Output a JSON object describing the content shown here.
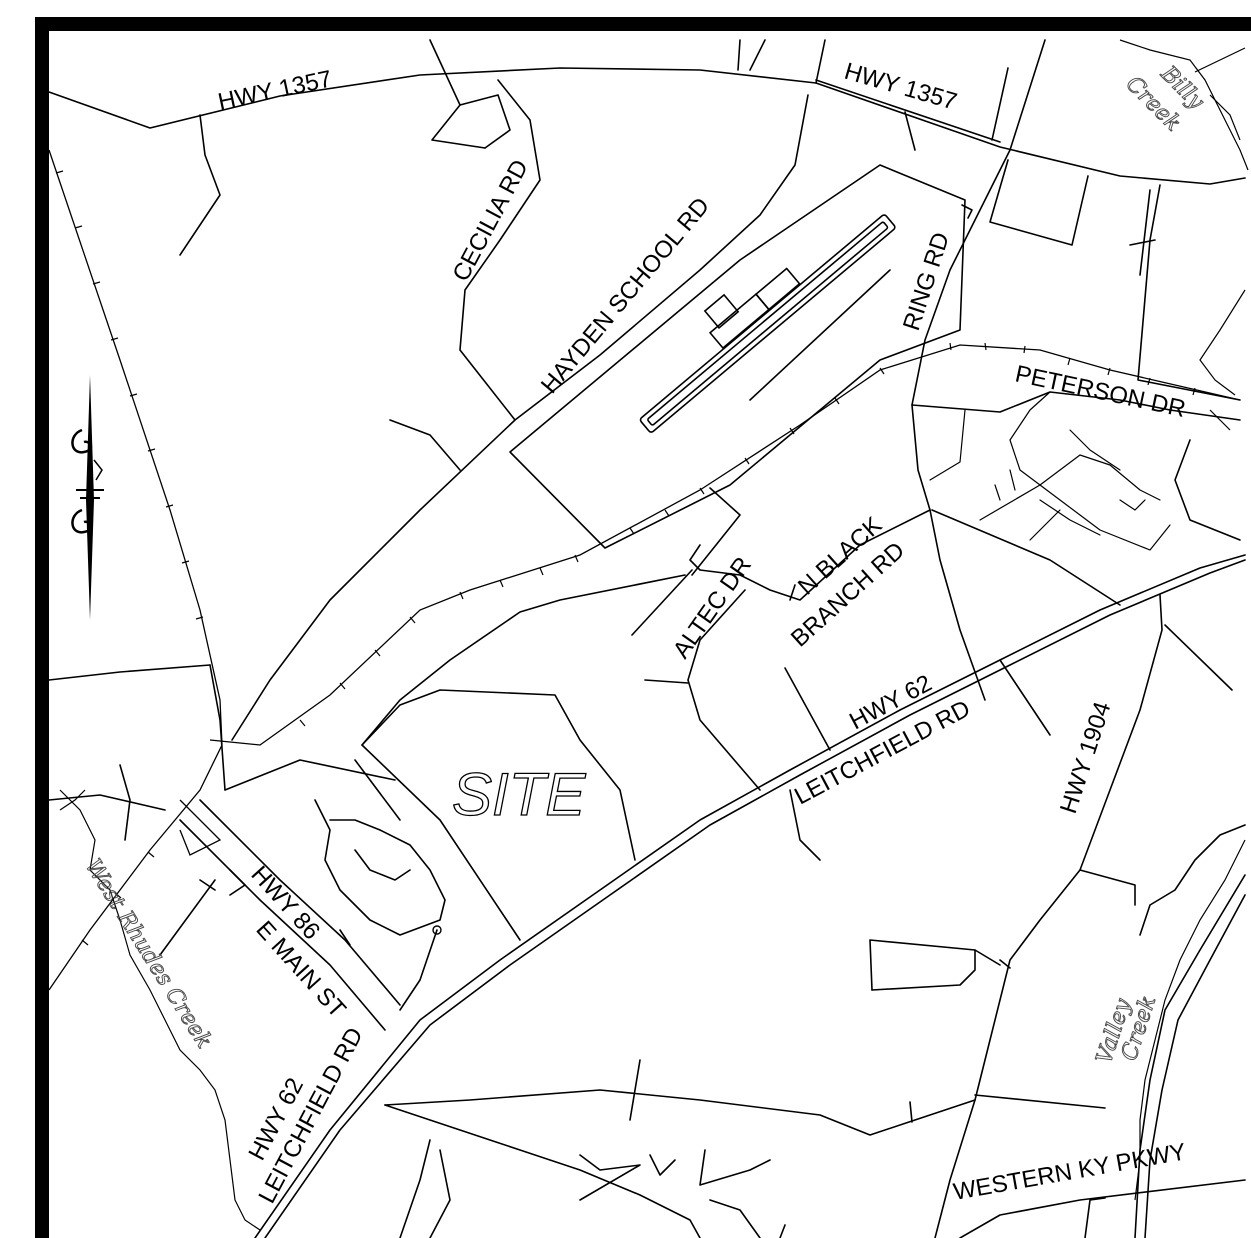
{
  "site_label": "SITE",
  "roads": {
    "hwy1357_west": "HWY 1357",
    "hwy1357_east": "HWY 1357",
    "cecilia": "CECILIA RD",
    "hayden_school": "HAYDEN SCHOOL RD",
    "ring": "RING RD",
    "peterson": "PETERSON DR",
    "altec": "ALTEC DR",
    "n_black_branch_1": "N BLACK",
    "n_black_branch_2": "BRANCH RD",
    "hwy62_east": "HWY 62",
    "leitchfield_east": "LEITCHFIELD RD",
    "hwy1904": "HWY 1904",
    "hwy86": "HWY 86",
    "e_main": "E MAIN ST",
    "hwy62_west": "HWY 62",
    "leitchfield_west": "LEITCHFIELD RD",
    "western_ky_pkwy": "WESTERN KY PKWY"
  },
  "creeks": {
    "billy_1": "Billy",
    "billy_2": "Creek",
    "west_rhudes": "West Rhudes Creek",
    "valley_1": "Valley",
    "valley_2": "Creek"
  }
}
